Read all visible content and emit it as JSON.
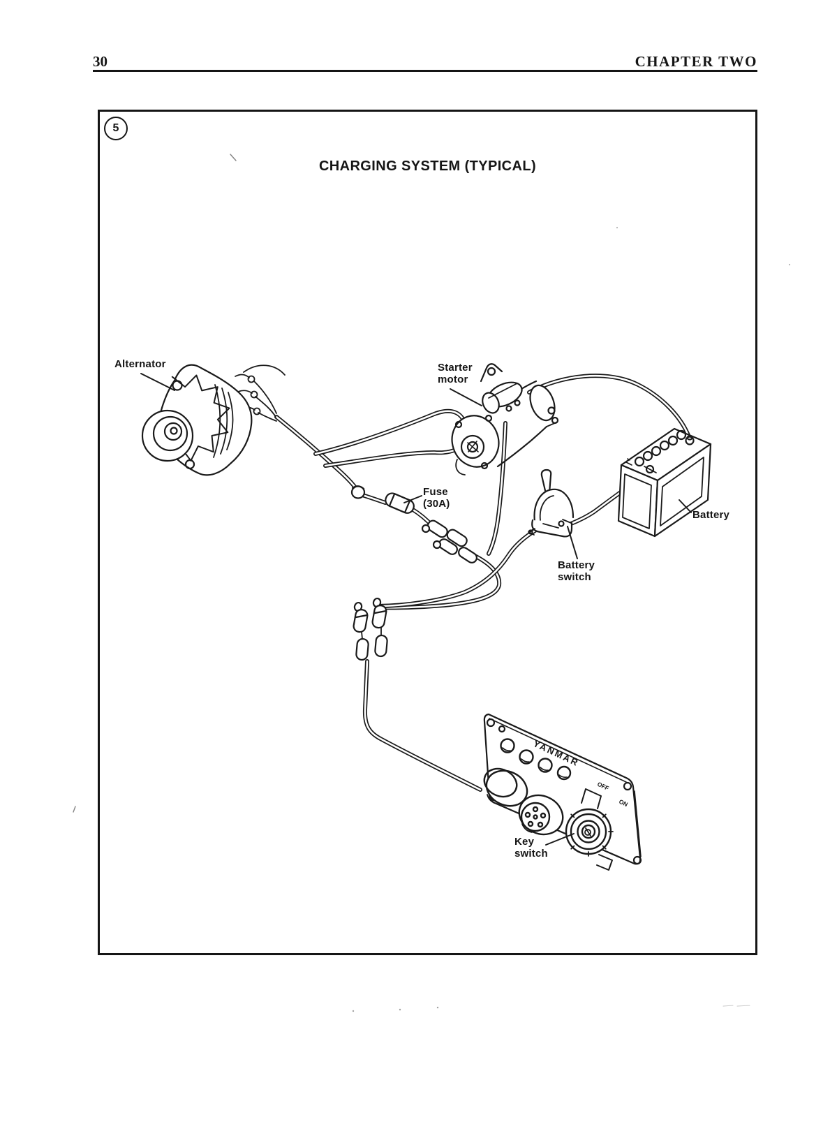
{
  "page": {
    "number": "30",
    "chapter": "CHAPTER TWO"
  },
  "figure": {
    "number": "5",
    "title": "CHARGING SYSTEM (TYPICAL)",
    "labels": {
      "alternator": "Alternator",
      "starter_motor": [
        "Starter",
        "motor"
      ],
      "fuse": [
        "Fuse",
        "(30A)"
      ],
      "battery": "Battery",
      "battery_switch": [
        "Battery",
        "switch"
      ],
      "key_switch": [
        "Key",
        "switch"
      ]
    },
    "panel": {
      "brand": "YANMAR",
      "off": "OFF",
      "on": "ON"
    }
  },
  "colors": {
    "ink": "#151515",
    "paper": "#ffffff"
  }
}
